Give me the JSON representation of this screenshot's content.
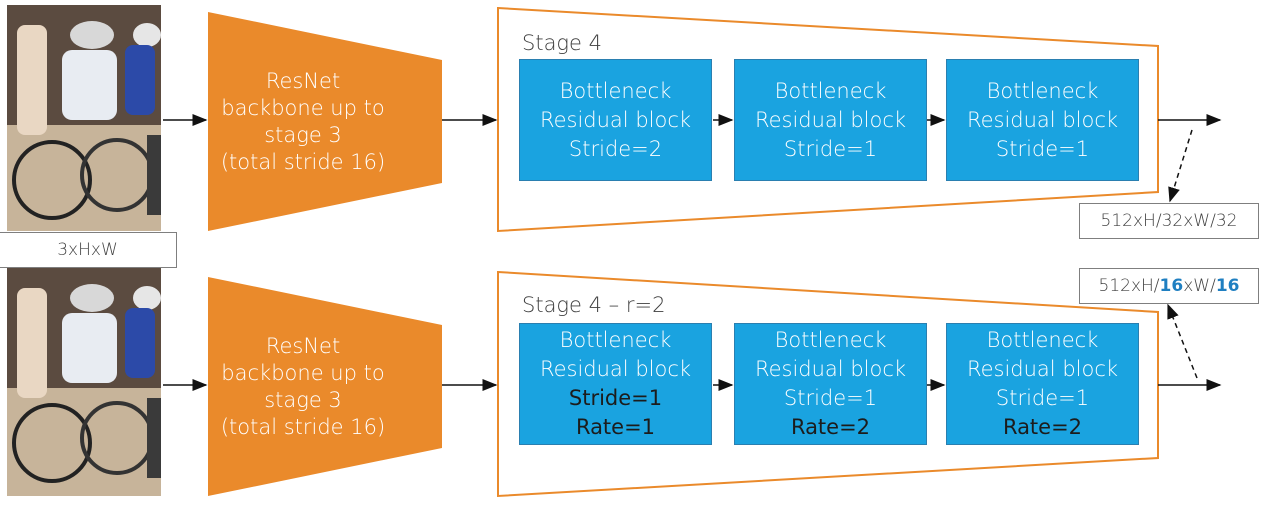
{
  "input": {
    "shape_label": "3xHxW"
  },
  "rows": [
    {
      "backbone_lines": [
        "ResNet",
        "backbone up to",
        "stage 3",
        "(total stride 16)"
      ],
      "stage_title": "Stage 4",
      "blocks": [
        {
          "line1": "Bottleneck",
          "line2": "Residual block",
          "line3": "Stride=2"
        },
        {
          "line1": "Bottleneck",
          "line2": "Residual block",
          "line3": "Stride=1"
        },
        {
          "line1": "Bottleneck",
          "line2": "Residual block",
          "line3": "Stride=1"
        }
      ],
      "output_shape": {
        "prefix": "512xH/",
        "mid": "32",
        "between": "xW/",
        "suffix": "32"
      }
    },
    {
      "backbone_lines": [
        "ResNet",
        "backbone up to",
        "stage 3",
        "(total stride 16)"
      ],
      "stage_title": "Stage 4 – r=2",
      "blocks": [
        {
          "line1": "Bottleneck",
          "line2": "Residual block",
          "line3": "Stride=1",
          "line4": "Rate=1"
        },
        {
          "line1": "Bottleneck",
          "line2": "Residual block",
          "line3": "Stride=1",
          "line4": "Rate=2"
        },
        {
          "line1": "Bottleneck",
          "line2": "Residual block",
          "line3": "Stride=1",
          "line4": "Rate=2"
        }
      ],
      "output_shape": {
        "prefix": "512xH/",
        "mid": "16",
        "between": "xW/",
        "suffix": "16"
      }
    }
  ],
  "colors": {
    "backbone_fill": "#ea8a2b",
    "block_fill": "#1aa3e0",
    "frame_stroke": "#ea8a2b",
    "highlight_text": "#1f7fc1"
  },
  "icons": {
    "photo": "cyclists-photo"
  }
}
